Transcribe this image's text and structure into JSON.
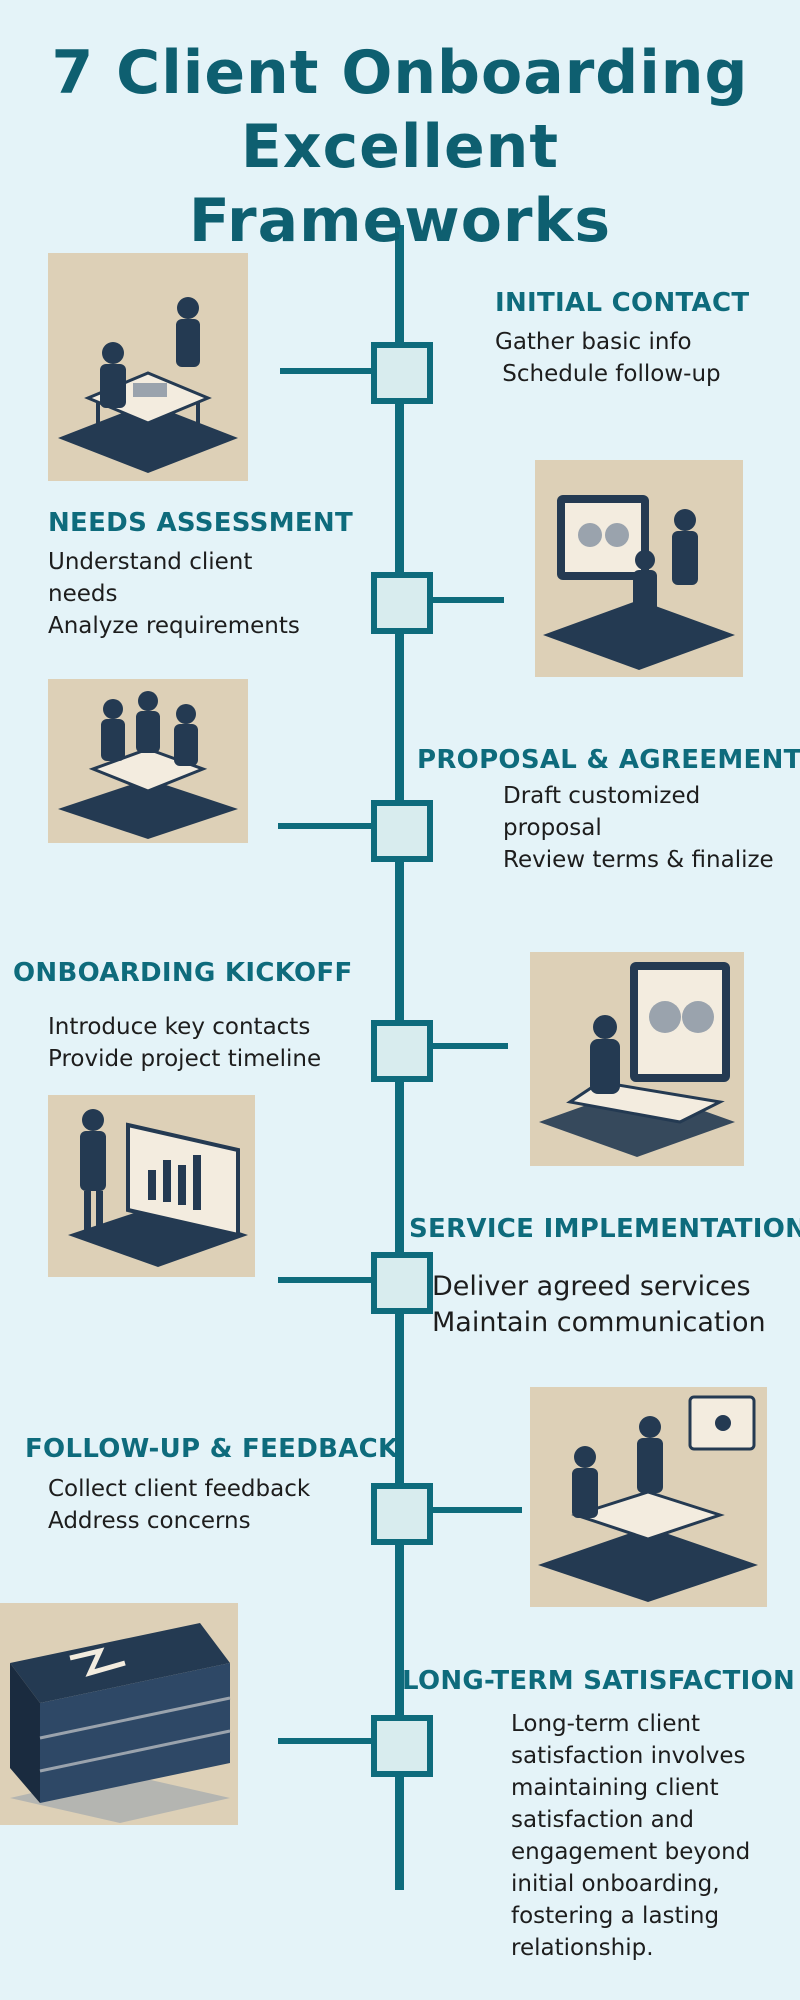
{
  "title": {
    "line1": "7 Client Onboarding",
    "line2": "Excellent",
    "line3": "Frameworks"
  },
  "steps": [
    {
      "heading": "INITIAL CONTACT",
      "lines": [
        "Gather basic info",
        " Schedule follow-up"
      ]
    },
    {
      "heading": "NEEDS ASSESSMENT",
      "lines": [
        "Understand client",
        "needs",
        "Analyze requirements"
      ]
    },
    {
      "heading": "PROPOSAL & AGREEMENT",
      "lines": [
        "Draft customized",
        "proposal",
        "Review terms & finalize"
      ]
    },
    {
      "heading": "ONBOARDING KICKOFF",
      "lines": [
        "Introduce key contacts",
        "Provide project timeline"
      ]
    },
    {
      "heading": "SERVICE IMPLEMENTATION",
      "lines": [
        "Deliver agreed services",
        "Maintain communication"
      ]
    },
    {
      "heading": "FOLLOW-UP & FEEDBACK",
      "lines": [
        "Collect client feedback",
        "Address concerns"
      ]
    },
    {
      "heading": "LONG-TERM SATISFACTION",
      "lines": [
        "Long-term client",
        "satisfaction involves",
        "maintaining client",
        "satisfaction and",
        "engagement beyond",
        "initial onboarding,",
        "fostering a lasting",
        "relationship."
      ]
    }
  ],
  "illustrations": [
    {
      "icon": "meeting-at-desk-icon"
    },
    {
      "icon": "computer-presentation-icon"
    },
    {
      "icon": "team-meeting-icon"
    },
    {
      "icon": "computer-workstation-icon"
    },
    {
      "icon": "presentation-chart-icon"
    },
    {
      "icon": "consultation-desk-icon"
    },
    {
      "icon": "edge-stack-icon"
    }
  ],
  "colors": {
    "background": "#e4f3f8",
    "accent": "#0e6b7c",
    "node_fill": "#d8ecee",
    "illustration_bg": "#ddd0b7",
    "illustration_dark": "#243a52"
  }
}
